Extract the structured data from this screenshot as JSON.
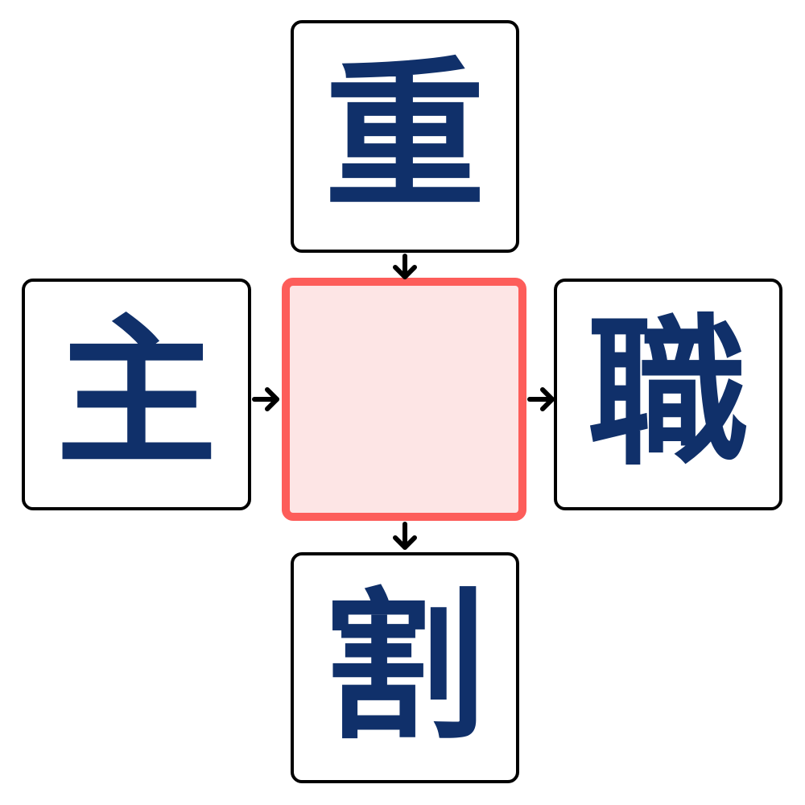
{
  "puzzle": {
    "top": "重",
    "left": "主",
    "right": "職",
    "bottom": "割",
    "center": ""
  },
  "colors": {
    "kanji": "#10306a",
    "center_border": "#fd5d5a",
    "center_fill": "#fde5e5",
    "box_border": "#000000"
  }
}
